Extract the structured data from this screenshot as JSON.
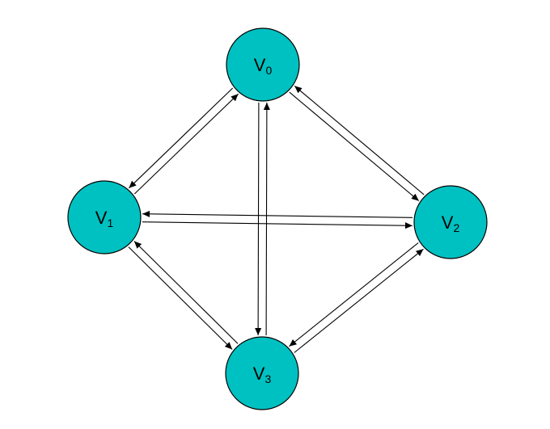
{
  "diagram": {
    "node_fill": "#00c1c1",
    "node_stroke": "#000000",
    "edge_color": "#000000",
    "nodes": [
      {
        "id": "v0",
        "label": "V",
        "subscript": "0"
      },
      {
        "id": "v1",
        "label": "V",
        "subscript": "1"
      },
      {
        "id": "v2",
        "label": "V",
        "subscript": "2"
      },
      {
        "id": "v3",
        "label": "V",
        "subscript": "3"
      }
    ],
    "edges": [
      {
        "from": "v0",
        "to": "v1"
      },
      {
        "from": "v1",
        "to": "v0"
      },
      {
        "from": "v0",
        "to": "v2"
      },
      {
        "from": "v2",
        "to": "v0"
      },
      {
        "from": "v0",
        "to": "v3"
      },
      {
        "from": "v3",
        "to": "v0"
      },
      {
        "from": "v1",
        "to": "v2"
      },
      {
        "from": "v2",
        "to": "v1"
      },
      {
        "from": "v1",
        "to": "v3"
      },
      {
        "from": "v3",
        "to": "v1"
      },
      {
        "from": "v2",
        "to": "v3"
      },
      {
        "from": "v3",
        "to": "v2"
      }
    ]
  }
}
